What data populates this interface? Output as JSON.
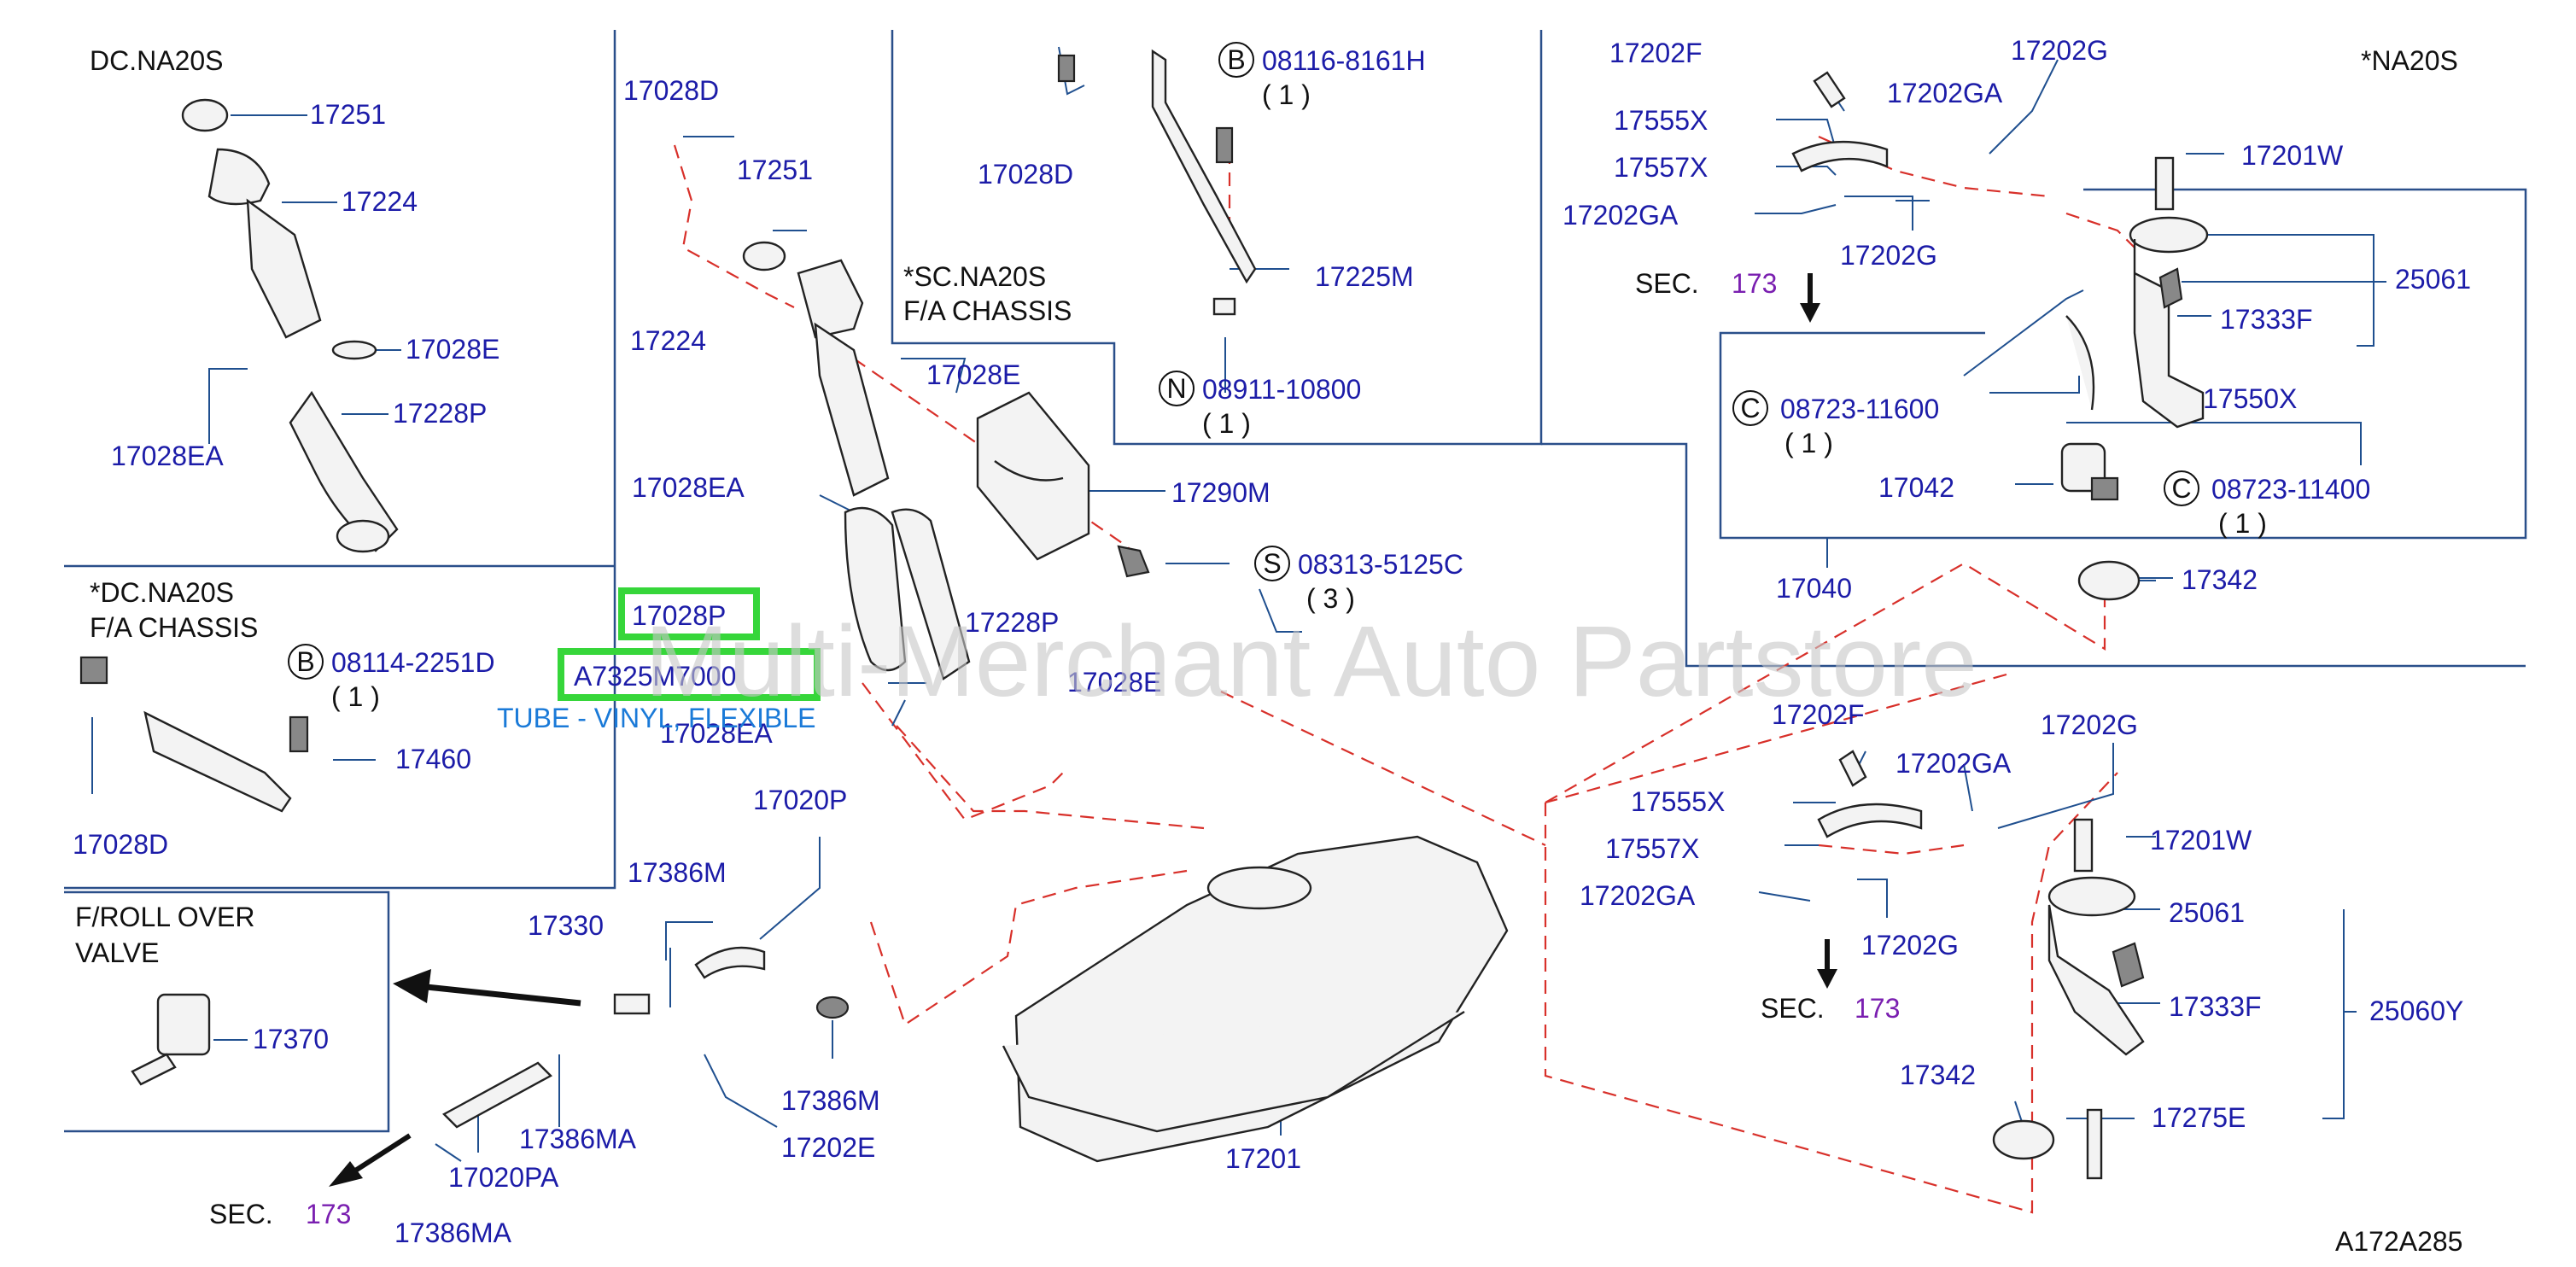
{
  "headers": {
    "dc_na20s": "DC.NA20S",
    "na20s": "*NA20S",
    "dc_na20s_fa": "*DC.NA20S",
    "dc_na20s_fa2": "F/A   CHASSIS",
    "sc_na20s": "*SC.NA20S",
    "sc_na20s2": "F/A   CHASSIS",
    "froll": "F/ROLL   OVER",
    "froll2": "VALVE"
  },
  "callouts": {
    "b1": "B",
    "b1_part": "08116-8161H",
    "b1_qty": "( 1 )",
    "b2": "B",
    "b2_part": "08114-2251D",
    "b2_qty": "( 1 )",
    "n1": "N",
    "n1_part": "08911-10800",
    "n1_qty": "( 1 )",
    "s1": "S",
    "s1_part": "08313-5125C",
    "s1_qty": "( 3 )",
    "c1": "C",
    "c1_part": "08723-11600",
    "c1_qty": "( 1 )",
    "c2": "C",
    "c2_part": "08723-11400",
    "c2_qty": "( 1 )"
  },
  "parts": {
    "p17251a": "17251",
    "p17224a": "17224",
    "p17028Ea": "17028E",
    "p17228Pa": "17228P",
    "p17028EAa": "17028EA",
    "p17028Da": "17028D",
    "p17251b": "17251",
    "p17224b": "17224",
    "p17028Eb": "17028E",
    "p17028EAb": "17028EA",
    "p17028P": "17028P",
    "p17228Pb": "17228P",
    "p17028Ec": "17028E",
    "p17028EAc": "17028EA",
    "p17028Db": "17028D",
    "p17225M": "17225M",
    "p17290M": "17290M",
    "p17460": "17460",
    "p17028Dc": "17028D",
    "p17370": "17370",
    "p17330": "17330",
    "p17386M": "17386M",
    "p17020P": "17020P",
    "p17386Mb": "17386M",
    "p17386MA": "17386MA",
    "p17020PA": "17020PA",
    "p17386MAb": "17386MA",
    "p17202E": "17202E",
    "p17201": "17201",
    "p17202Fa": "17202F",
    "p17202Ga": "17202G",
    "p17555Xa": "17555X",
    "p17202GAa": "17202GA",
    "p17557Xa": "17557X",
    "p17201Wa": "17201W",
    "p17202GAb": "17202GA",
    "p17202Gb": "17202G",
    "p25061a": "25061",
    "p17333Fa": "17333F",
    "p17550X": "17550X",
    "p17042": "17042",
    "p17040": "17040",
    "p17342a": "17342",
    "p17202Fb": "17202F",
    "p17202Gc": "17202G",
    "p17202GAc": "17202GA",
    "p17555Xb": "17555X",
    "p17557Xb": "17557X",
    "p17201Wb": "17201W",
    "p17202GAd": "17202GA",
    "p25061b": "25061",
    "p17202Gd": "17202G",
    "p17333Fb": "17333F",
    "p25060Y": "25060Y",
    "p17342b": "17342",
    "p17275E": "17275E"
  },
  "sec": {
    "sec1_label": "SEC.",
    "sec1_num": "173",
    "sec2_label": "SEC.",
    "sec2_num": "173",
    "sec3_label": "SEC.",
    "sec3_num": "173"
  },
  "highlight": {
    "part_no": "17028P",
    "oem_no": "A7325M7000",
    "desc": "TUBE - VINYL, FLEXIBLE"
  },
  "watermark": "Multi-Merchant Auto Partstore",
  "diagram_code": "A172A285",
  "colors": {
    "label": "#1c1ca8",
    "highlight_box": "#36d63a",
    "dash": "#d8302a",
    "sec_number": "#7a1fb0"
  }
}
